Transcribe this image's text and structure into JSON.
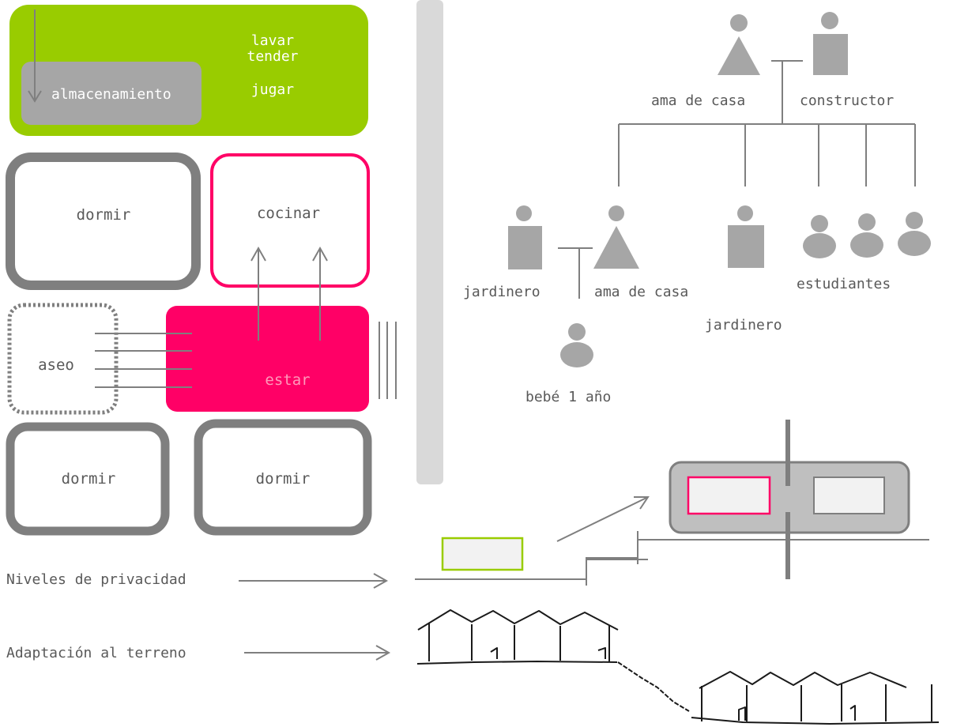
{
  "colors": {
    "green": "#99cc00",
    "magenta": "#ff0066",
    "gray": "#7f7f7f",
    "light_gray": "#a6a6a6",
    "room_fill": "#f2f2f2",
    "text_gray": "#595959"
  },
  "zoning": {
    "service_zone_label_lines": [
      "lavar",
      "tender",
      "jugar"
    ],
    "storage_label": "almacenamiento",
    "bedroom_top": "dormir",
    "kitchen": "cocinar",
    "bathroom": "aseo",
    "living": "estar",
    "bedroom_bottom_left": "dormir",
    "bedroom_bottom_right": "dormir"
  },
  "family_tree": {
    "parents": {
      "mother": "ama de casa",
      "father": "constructor"
    },
    "children": {
      "gardener_1": "jardinero",
      "homemaker_2": "ama de casa",
      "gardener_2": "jardinero",
      "students": "estudiantes"
    },
    "grandchild": "bebé 1 año"
  },
  "legend": {
    "privacy_levels": "Niveles de privacidad",
    "terrain_adaptation": "Adaptación al terreno"
  }
}
